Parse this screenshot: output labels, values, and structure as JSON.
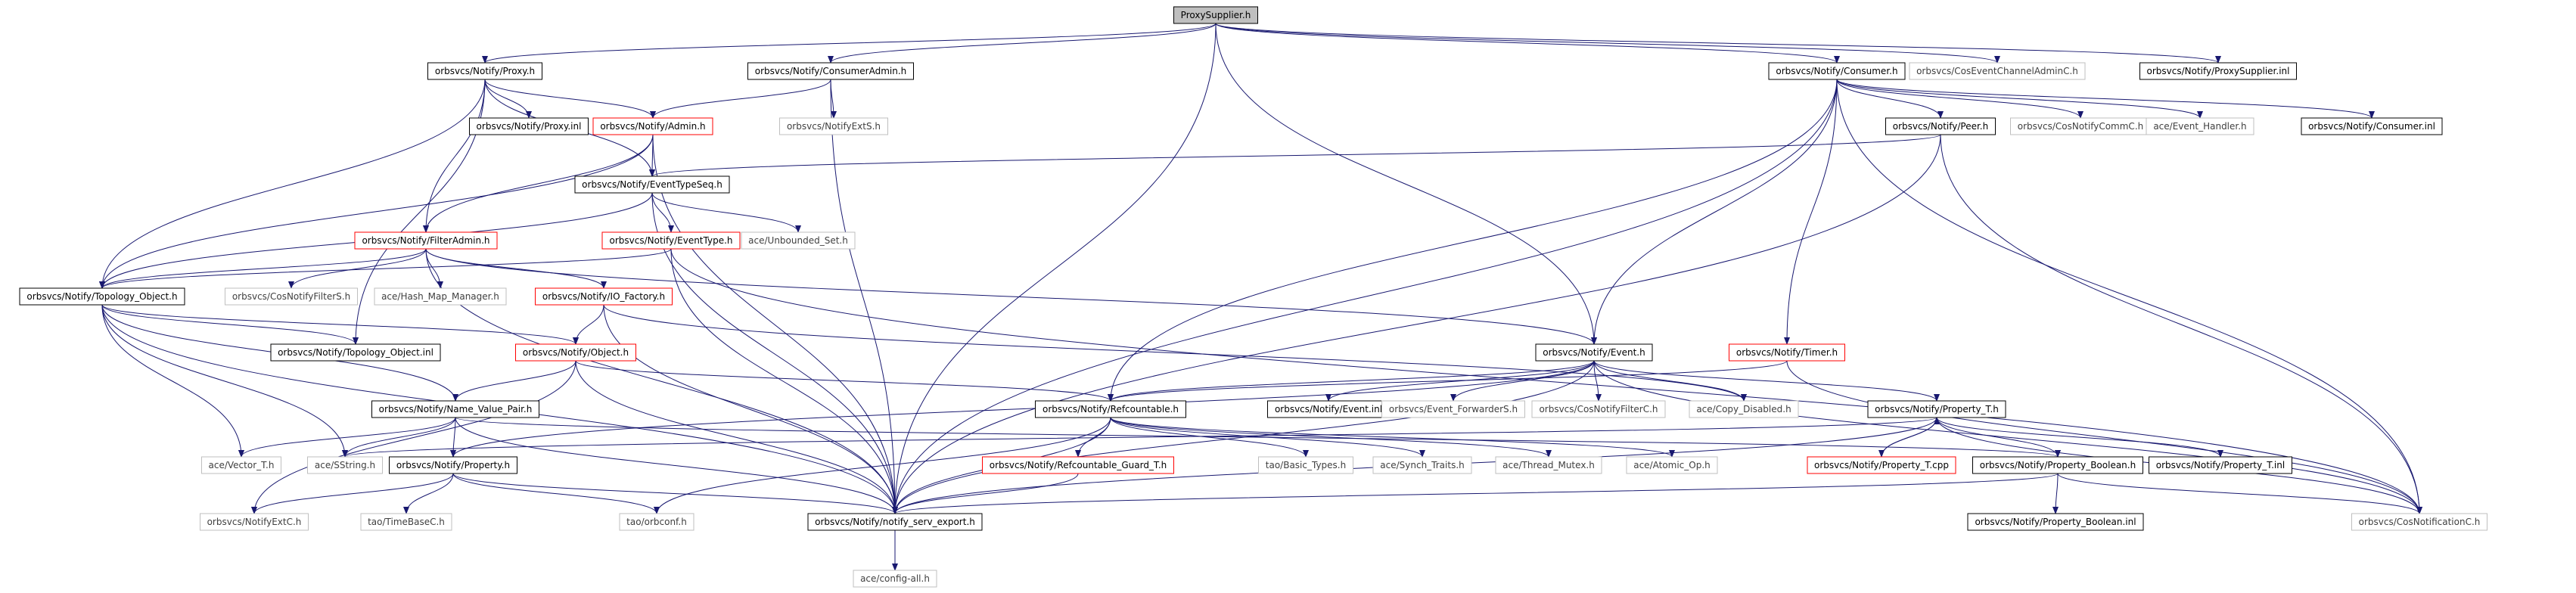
{
  "graph": {
    "colors": {
      "edge": "#191970",
      "border_normal": "#000000",
      "border_partial": "#ff0000",
      "border_external": "#bfbfbf",
      "root_fill": "#bfbfbf",
      "fill": "#ffffff",
      "text": "#000000",
      "text_external": "#404040"
    },
    "nodes": [
      {
        "id": "proxysupplier_h",
        "label": "ProxySupplier.h",
        "style": "root"
      },
      {
        "id": "proxy_h",
        "label": "orbsvcs/Notify/Proxy.h",
        "style": "normal"
      },
      {
        "id": "consumeradmin_h",
        "label": "orbsvcs/Notify/ConsumerAdmin.h",
        "style": "normal"
      },
      {
        "id": "consumer_h",
        "label": "orbsvcs/Notify/Consumer.h",
        "style": "normal"
      },
      {
        "id": "coseventchanneladminc_h",
        "label": "orbsvcs/CosEventChannelAdminC.h",
        "style": "external"
      },
      {
        "id": "proxysupplier_inl",
        "label": "orbsvcs/Notify/ProxySupplier.inl",
        "style": "normal"
      },
      {
        "id": "proxy_inl",
        "label": "orbsvcs/Notify/Proxy.inl",
        "style": "normal"
      },
      {
        "id": "admin_h",
        "label": "orbsvcs/Notify/Admin.h",
        "style": "partial"
      },
      {
        "id": "notifyexts_h",
        "label": "orbsvcs/NotifyExtS.h",
        "style": "external"
      },
      {
        "id": "peer_h",
        "label": "orbsvcs/Notify/Peer.h",
        "style": "normal"
      },
      {
        "id": "cosnotifycommc_h",
        "label": "orbsvcs/CosNotifyCommC.h",
        "style": "external"
      },
      {
        "id": "event_handler_h",
        "label": "ace/Event_Handler.h",
        "style": "external"
      },
      {
        "id": "consumer_inl",
        "label": "orbsvcs/Notify/Consumer.inl",
        "style": "normal"
      },
      {
        "id": "eventtypeseq_h",
        "label": "orbsvcs/Notify/EventTypeSeq.h",
        "style": "normal"
      },
      {
        "id": "filteradmin_h",
        "label": "orbsvcs/Notify/FilterAdmin.h",
        "style": "partial"
      },
      {
        "id": "eventtype_h",
        "label": "orbsvcs/Notify/EventType.h",
        "style": "partial"
      },
      {
        "id": "unbounded_set_h",
        "label": "ace/Unbounded_Set.h",
        "style": "external"
      },
      {
        "id": "topology_object_h",
        "label": "orbsvcs/Notify/Topology_Object.h",
        "style": "normal"
      },
      {
        "id": "cosnotifyfilters_h",
        "label": "orbsvcs/CosNotifyFilterS.h",
        "style": "external"
      },
      {
        "id": "hash_map_manager_h",
        "label": "ace/Hash_Map_Manager.h",
        "style": "external"
      },
      {
        "id": "io_factory_h",
        "label": "orbsvcs/Notify/IO_Factory.h",
        "style": "partial"
      },
      {
        "id": "topology_object_inl",
        "label": "orbsvcs/Notify/Topology_Object.inl",
        "style": "normal"
      },
      {
        "id": "object_h",
        "label": "orbsvcs/Notify/Object.h",
        "style": "partial"
      },
      {
        "id": "event_h",
        "label": "orbsvcs/Notify/Event.h",
        "style": "normal"
      },
      {
        "id": "timer_h",
        "label": "orbsvcs/Notify/Timer.h",
        "style": "partial"
      },
      {
        "id": "name_value_pair_h",
        "label": "orbsvcs/Notify/Name_Value_Pair.h",
        "style": "normal"
      },
      {
        "id": "refcountable_h",
        "label": "orbsvcs/Notify/Refcountable.h",
        "style": "normal"
      },
      {
        "id": "event_inl",
        "label": "orbsvcs/Notify/Event.inl",
        "style": "normal"
      },
      {
        "id": "event_forwarders_h",
        "label": "orbsvcs/Event_ForwarderS.h",
        "style": "external"
      },
      {
        "id": "cosnotifyfilterc_h",
        "label": "orbsvcs/CosNotifyFilterC.h",
        "style": "external"
      },
      {
        "id": "copy_disabled_h",
        "label": "ace/Copy_Disabled.h",
        "style": "external"
      },
      {
        "id": "property_t_h",
        "label": "orbsvcs/Notify/Property_T.h",
        "style": "normal"
      },
      {
        "id": "vector_t_h",
        "label": "ace/Vector_T.h",
        "style": "external"
      },
      {
        "id": "sstring_h",
        "label": "ace/SString.h",
        "style": "external"
      },
      {
        "id": "property_h",
        "label": "orbsvcs/Notify/Property.h",
        "style": "normal"
      },
      {
        "id": "refcountable_guard_t_h",
        "label": "orbsvcs/Notify/Refcountable_Guard_T.h",
        "style": "partial"
      },
      {
        "id": "basic_types_h",
        "label": "tao/Basic_Types.h",
        "style": "external"
      },
      {
        "id": "synch_traits_h",
        "label": "ace/Synch_Traits.h",
        "style": "external"
      },
      {
        "id": "thread_mutex_h",
        "label": "ace/Thread_Mutex.h",
        "style": "external"
      },
      {
        "id": "atomic_op_h",
        "label": "ace/Atomic_Op.h",
        "style": "external"
      },
      {
        "id": "property_t_cpp",
        "label": "orbsvcs/Notify/Property_T.cpp",
        "style": "partial"
      },
      {
        "id": "property_boolean_h",
        "label": "orbsvcs/Notify/Property_Boolean.h",
        "style": "normal"
      },
      {
        "id": "property_t_inl",
        "label": "orbsvcs/Notify/Property_T.inl",
        "style": "normal"
      },
      {
        "id": "notifyextc_h",
        "label": "orbsvcs/NotifyExtC.h",
        "style": "external"
      },
      {
        "id": "timebasec_h",
        "label": "tao/TimeBaseC.h",
        "style": "external"
      },
      {
        "id": "orbconf_h",
        "label": "tao/orbconf.h",
        "style": "external"
      },
      {
        "id": "notify_serv_export_h",
        "label": "orbsvcs/Notify/notify_serv_export.h",
        "style": "normal"
      },
      {
        "id": "property_boolean_inl",
        "label": "orbsvcs/Notify/Property_Boolean.inl",
        "style": "normal"
      },
      {
        "id": "cosnotificationc_h",
        "label": "orbsvcs/CosNotificationC.h",
        "style": "external"
      },
      {
        "id": "config_all_h",
        "label": "ace/config-all.h",
        "style": "external"
      }
    ],
    "edges": [
      [
        "proxysupplier_h",
        "proxy_h"
      ],
      [
        "proxysupplier_h",
        "consumeradmin_h"
      ],
      [
        "proxysupplier_h",
        "consumer_h"
      ],
      [
        "proxysupplier_h",
        "coseventchanneladminc_h"
      ],
      [
        "proxysupplier_h",
        "proxysupplier_inl"
      ],
      [
        "proxysupplier_h",
        "event_h"
      ],
      [
        "proxysupplier_h",
        "notify_serv_export_h"
      ],
      [
        "proxy_h",
        "proxy_inl"
      ],
      [
        "proxy_h",
        "admin_h"
      ],
      [
        "proxy_h",
        "eventtypeseq_h"
      ],
      [
        "proxy_h",
        "filteradmin_h"
      ],
      [
        "proxy_h",
        "topology_object_h"
      ],
      [
        "proxy_h",
        "topology_object_inl"
      ],
      [
        "consumeradmin_h",
        "admin_h"
      ],
      [
        "consumeradmin_h",
        "notifyexts_h"
      ],
      [
        "consumeradmin_h",
        "notify_serv_export_h"
      ],
      [
        "consumer_h",
        "peer_h"
      ],
      [
        "consumer_h",
        "cosnotifycommc_h"
      ],
      [
        "consumer_h",
        "event_handler_h"
      ],
      [
        "consumer_h",
        "consumer_inl"
      ],
      [
        "consumer_h",
        "timer_h"
      ],
      [
        "consumer_h",
        "event_h"
      ],
      [
        "consumer_h",
        "refcountable_h"
      ],
      [
        "consumer_h",
        "notify_serv_export_h"
      ],
      [
        "consumer_h",
        "cosnotificationc_h"
      ],
      [
        "admin_h",
        "eventtypeseq_h"
      ],
      [
        "admin_h",
        "filteradmin_h"
      ],
      [
        "admin_h",
        "topology_object_h"
      ],
      [
        "admin_h",
        "notify_serv_export_h"
      ],
      [
        "peer_h",
        "eventtypeseq_h"
      ],
      [
        "peer_h",
        "cosnotificationc_h"
      ],
      [
        "peer_h",
        "notify_serv_export_h"
      ],
      [
        "eventtypeseq_h",
        "eventtype_h"
      ],
      [
        "eventtypeseq_h",
        "unbounded_set_h"
      ],
      [
        "eventtypeseq_h",
        "topology_object_h"
      ],
      [
        "eventtypeseq_h",
        "notify_serv_export_h"
      ],
      [
        "eventtype_h",
        "topology_object_h"
      ],
      [
        "eventtype_h",
        "cosnotificationc_h"
      ],
      [
        "eventtype_h",
        "notify_serv_export_h"
      ],
      [
        "filteradmin_h",
        "cosnotifyfilters_h"
      ],
      [
        "filteradmin_h",
        "hash_map_manager_h"
      ],
      [
        "filteradmin_h",
        "io_factory_h"
      ],
      [
        "filteradmin_h",
        "topology_object_h"
      ],
      [
        "filteradmin_h",
        "event_h"
      ],
      [
        "filteradmin_h",
        "notify_serv_export_h"
      ],
      [
        "topology_object_h",
        "topology_object_inl"
      ],
      [
        "topology_object_h",
        "object_h"
      ],
      [
        "topology_object_h",
        "name_value_pair_h"
      ],
      [
        "topology_object_h",
        "vector_t_h"
      ],
      [
        "topology_object_h",
        "sstring_h"
      ],
      [
        "topology_object_h",
        "notify_serv_export_h"
      ],
      [
        "io_factory_h",
        "object_h"
      ],
      [
        "io_factory_h",
        "copy_disabled_h"
      ],
      [
        "io_factory_h",
        "notify_serv_export_h"
      ],
      [
        "object_h",
        "name_value_pair_h"
      ],
      [
        "object_h",
        "refcountable_h"
      ],
      [
        "object_h",
        "notifyextc_h"
      ],
      [
        "object_h",
        "notify_serv_export_h"
      ],
      [
        "event_h",
        "refcountable_h"
      ],
      [
        "event_h",
        "event_inl"
      ],
      [
        "event_h",
        "event_forwarders_h"
      ],
      [
        "event_h",
        "cosnotifyfilterc_h"
      ],
      [
        "event_h",
        "copy_disabled_h"
      ],
      [
        "event_h",
        "property_t_h"
      ],
      [
        "event_h",
        "property_h"
      ],
      [
        "event_h",
        "cosnotificationc_h"
      ],
      [
        "event_h",
        "notify_serv_export_h"
      ],
      [
        "timer_h",
        "refcountable_h"
      ],
      [
        "timer_h",
        "cosnotificationc_h"
      ],
      [
        "name_value_pair_h",
        "property_h"
      ],
      [
        "name_value_pair_h",
        "sstring_h"
      ],
      [
        "name_value_pair_h",
        "vector_t_h"
      ],
      [
        "name_value_pair_h",
        "property_boolean_h"
      ],
      [
        "name_value_pair_h",
        "notify_serv_export_h"
      ],
      [
        "refcountable_h",
        "refcountable_guard_t_h"
      ],
      [
        "refcountable_h",
        "basic_types_h"
      ],
      [
        "refcountable_h",
        "synch_traits_h"
      ],
      [
        "refcountable_h",
        "thread_mutex_h"
      ],
      [
        "refcountable_h",
        "atomic_op_h"
      ],
      [
        "refcountable_h",
        "orbconf_h"
      ],
      [
        "refcountable_h",
        "notify_serv_export_h"
      ],
      [
        "refcountable_guard_t_h",
        "notify_serv_export_h"
      ],
      [
        "property_t_h",
        "property_t_cpp"
      ],
      [
        "property_t_h",
        "property_t_inl"
      ],
      [
        "property_t_h",
        "property_boolean_h"
      ],
      [
        "property_t_h",
        "sstring_h"
      ],
      [
        "property_t_h",
        "cosnotificationc_h"
      ],
      [
        "property_t_h",
        "notify_serv_export_h"
      ],
      [
        "property_t_cpp",
        "property_t_h"
      ],
      [
        "property_h",
        "notifyextc_h"
      ],
      [
        "property_h",
        "timebasec_h"
      ],
      [
        "property_h",
        "orbconf_h"
      ],
      [
        "property_h",
        "notify_serv_export_h"
      ],
      [
        "property_boolean_h",
        "property_boolean_inl"
      ],
      [
        "property_boolean_h",
        "cosnotificationc_h"
      ],
      [
        "property_boolean_h",
        "notify_serv_export_h"
      ],
      [
        "notify_serv_export_h",
        "config_all_h"
      ]
    ]
  }
}
